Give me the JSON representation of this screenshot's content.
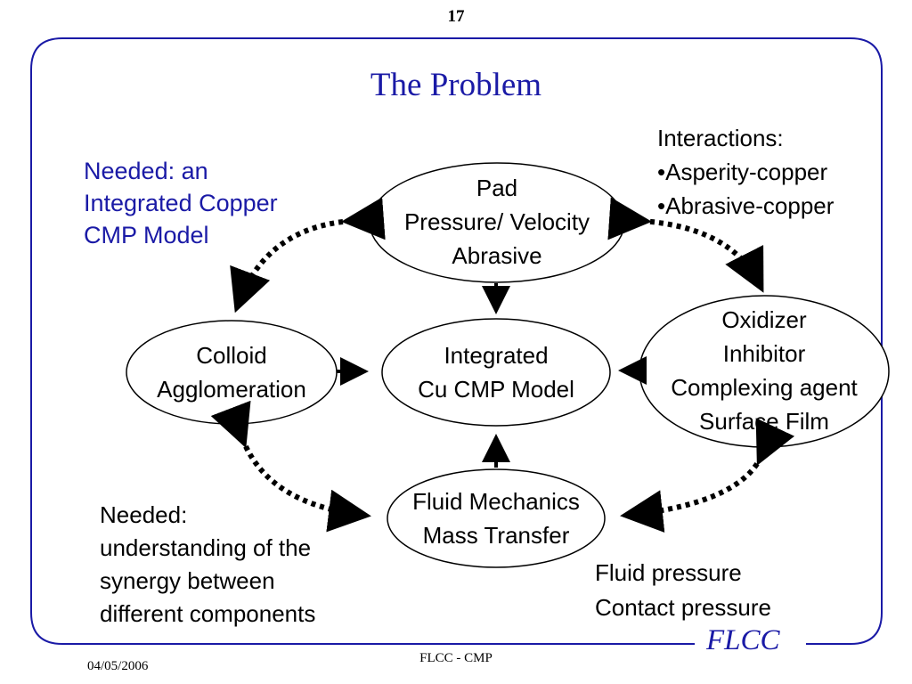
{
  "slide": {
    "page_number": "17",
    "title": "The Problem",
    "footer_date": "04/05/2006",
    "footer_center": "FLCC - CMP",
    "logo_text": "FLCC"
  },
  "colors": {
    "accent_blue": "#1a1aa6",
    "text": "#000000",
    "frame": "#1a1aa6"
  },
  "notes": {
    "needed_model": [
      "Needed: an",
      "Integrated Copper",
      "CMP Model"
    ],
    "interactions": [
      "Interactions:",
      "•Asperity-copper",
      "•Abrasive-copper"
    ],
    "needed_understanding": [
      "Needed:",
      "understanding of the",
      "synergy between",
      "different components"
    ],
    "pressures": [
      "Fluid pressure",
      "Contact pressure"
    ]
  },
  "nodes": {
    "pad": [
      "Pad",
      "Pressure/ Velocity",
      "Abrasive"
    ],
    "colloid": [
      "Colloid",
      "Agglomeration"
    ],
    "integrated": [
      "Integrated",
      "Cu CMP Model"
    ],
    "oxidizer": [
      "Oxidizer",
      "Inhibitor",
      "Complexing agent",
      "Surface Film"
    ],
    "fluid": [
      "Fluid Mechanics",
      "Mass Transfer"
    ]
  }
}
